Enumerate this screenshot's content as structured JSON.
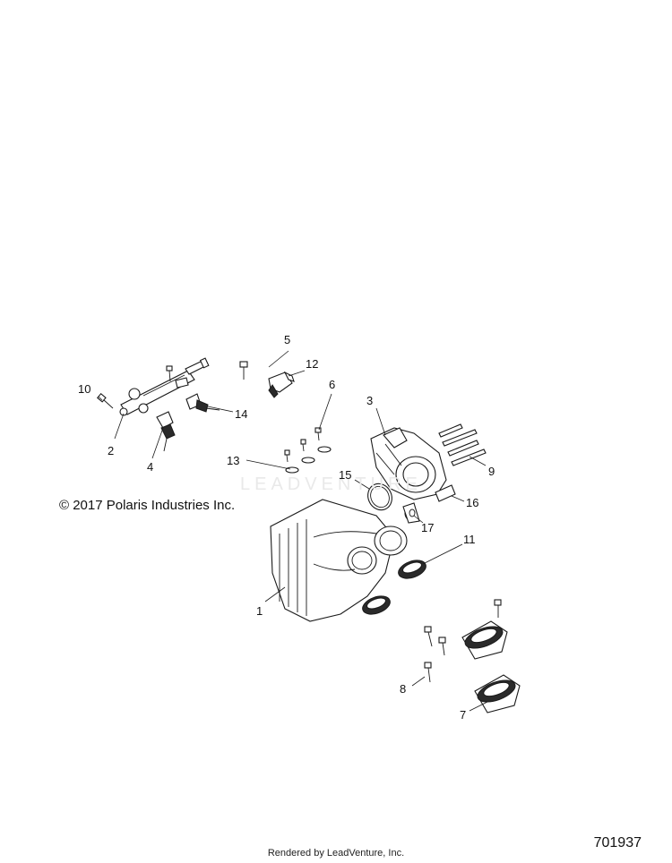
{
  "copyright": "© 2017 Polaris Industries Inc.",
  "watermark": "LEADVENTURE",
  "footer": "Rendered by LeadVenture, Inc.",
  "diagram_id": "701937",
  "callouts": {
    "c1": "1",
    "c2": "2",
    "c3": "3",
    "c4": "4",
    "c5": "5",
    "c6": "6",
    "c7": "7",
    "c8": "8",
    "c9": "9",
    "c10": "10",
    "c11": "11",
    "c12": "12",
    "c13": "13",
    "c14": "14",
    "c15": "15",
    "c16": "16",
    "c17": "17"
  }
}
